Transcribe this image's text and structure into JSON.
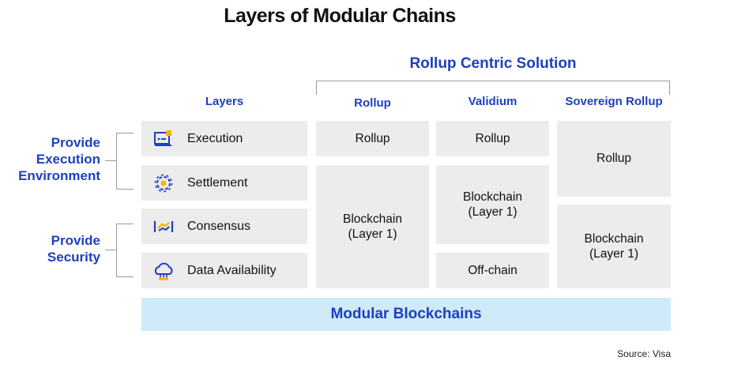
{
  "title": "Layers of Modular Chains",
  "rollup_solution_title": "Rollup Centric Solution",
  "columns": {
    "layers": "Layers",
    "rollup": "Rollup",
    "validium": "Validium",
    "sovereign": "Sovereign Rollup"
  },
  "side_labels": {
    "execution_env": "Provide Execution Environment",
    "security": "Provide Security"
  },
  "layers": [
    {
      "label": "Execution",
      "icon": "execution-icon"
    },
    {
      "label": "Settlement",
      "icon": "settlement-gear-icon"
    },
    {
      "label": "Consensus",
      "icon": "consensus-handshake-icon"
    },
    {
      "label": "Data Availability",
      "icon": "data-availability-cloud-icon"
    }
  ],
  "rollup_col": {
    "top": "Rollup",
    "bottom": "Blockchain (Layer 1)"
  },
  "validium_col": {
    "top": "Rollup",
    "middle": "Blockchain (Layer 1)",
    "bottom": "Off-chain"
  },
  "sovereign_col": {
    "top": "Rollup",
    "bottom": "Blockchain (Layer 1)"
  },
  "modular_label": "Modular Blockchains",
  "source": "Source: Visa",
  "colors": {
    "accent_blue": "#1e3fbf",
    "icon_yellow": "#f5b400",
    "box_grey": "#ececec",
    "banner_blue": "#cfeaf9"
  }
}
